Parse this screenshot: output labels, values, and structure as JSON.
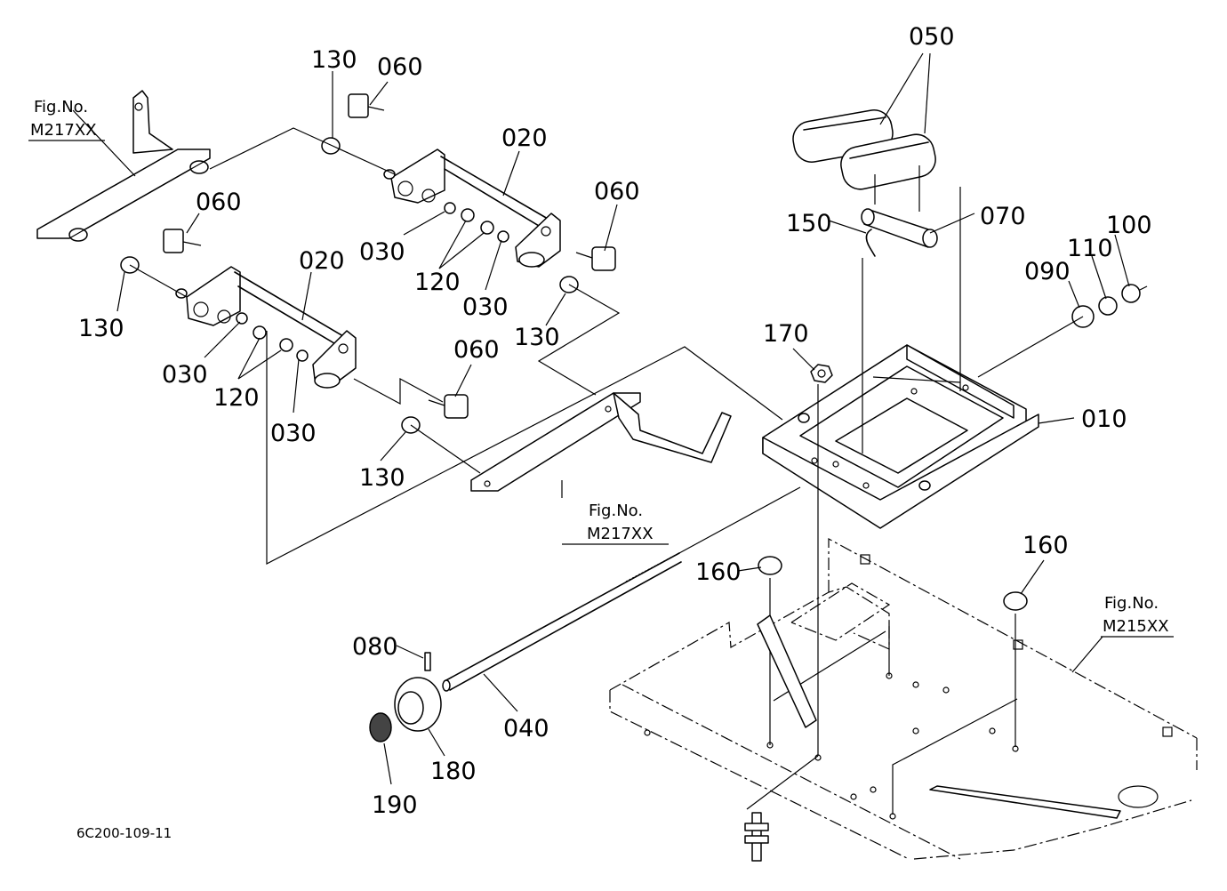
{
  "diagram_code": "6C200-109-11",
  "fig_refs": [
    {
      "line1": "Fig.No.",
      "line2": "M217XX"
    },
    {
      "line1": "Fig.No.",
      "line2": "M217XX"
    },
    {
      "line1": "Fig.No.",
      "line2": "M215XX"
    }
  ],
  "labels": [
    "050",
    "130",
    "060",
    "020",
    "060",
    "150",
    "070",
    "100",
    "110",
    "090",
    "060",
    "020",
    "030",
    "120",
    "030",
    "130",
    "130",
    "030",
    "120",
    "030",
    "060",
    "170",
    "010",
    "130",
    "160",
    "160",
    "080",
    "040",
    "180",
    "190"
  ]
}
